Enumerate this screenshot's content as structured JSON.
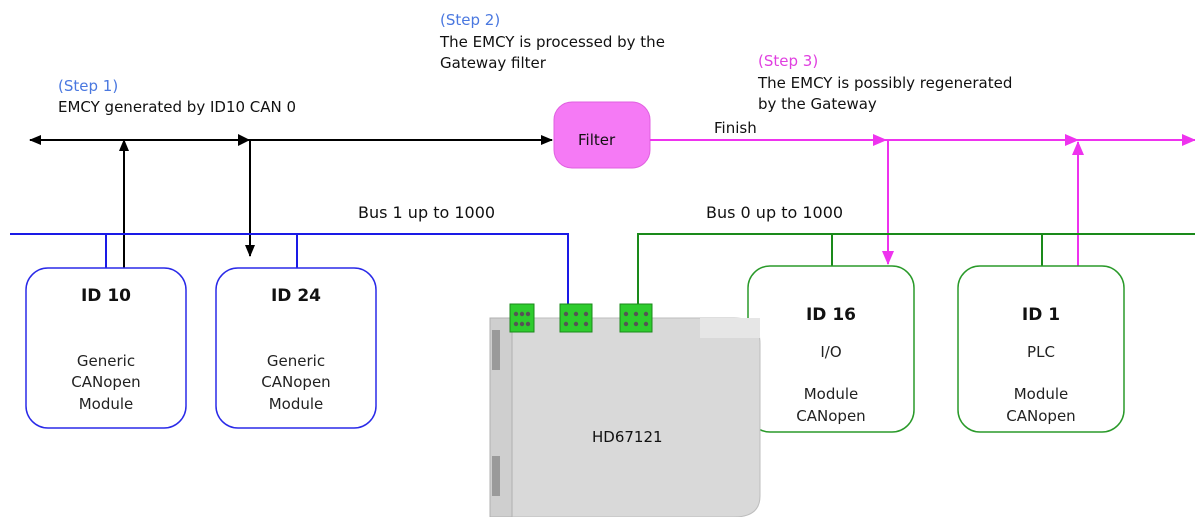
{
  "steps": {
    "step1": {
      "label": "(Step 1)",
      "text": "EMCY generated by ID10 CAN 0"
    },
    "step2": {
      "label": "(Step 2)",
      "line1": "The EMCY is processed by the",
      "line2": "Gateway filter"
    },
    "step3": {
      "label": "(Step 3)",
      "line1": "The EMCY is possibly regenerated",
      "line2": "by the Gateway"
    }
  },
  "filter": {
    "label": "Filter",
    "finish": "Finish"
  },
  "buses": {
    "bus1": "Bus 1 up to 1000",
    "bus0": "Bus 0 up to 1000"
  },
  "gateway": {
    "label": "HD67121"
  },
  "modules": {
    "id10": {
      "id": "ID 10",
      "line1": "Generic",
      "line2": "CANopen",
      "line3": "Module"
    },
    "id24": {
      "id": "ID 24",
      "line1": "Generic",
      "line2": "CANopen",
      "line3": "Module"
    },
    "id16": {
      "id": "ID 16",
      "line1": "I/O",
      "line2": "Module",
      "line3": "CANopen"
    },
    "id1": {
      "id": "ID 1",
      "line1": "PLC",
      "line2": "Module",
      "line3": "CANopen"
    }
  },
  "colors": {
    "bus1": "#1a1ae6",
    "bus0": "#1a8a1a",
    "step_blue": "#4a78e0",
    "step_pink": "#e040e0",
    "filter_fill": "#f57af5",
    "gateway_fill": "#d9d9d9",
    "connector": "#2ecc2e"
  }
}
